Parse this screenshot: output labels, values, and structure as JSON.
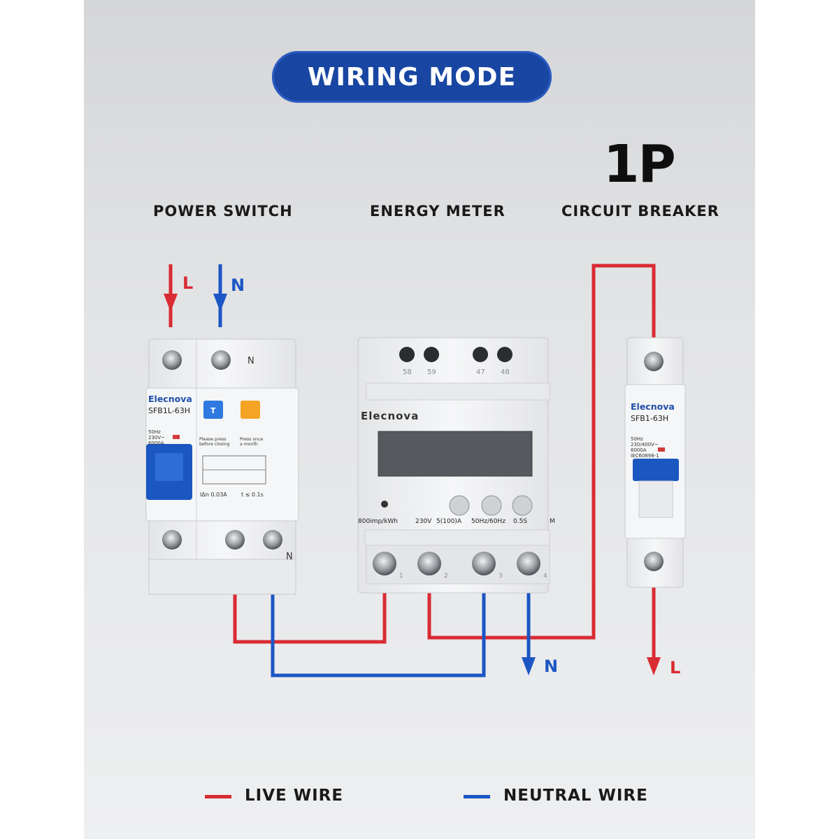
{
  "title": "WIRING MODE",
  "pole_label": "1P",
  "sections": {
    "power_switch": "POWER SWITCH",
    "energy_meter": "ENERGY METER",
    "circuit_breaker": "CIRCUIT BREAKER"
  },
  "wire_letters": {
    "input_live": "L",
    "input_neutral": "N",
    "output_neutral": "N",
    "output_live": "L"
  },
  "power_switch": {
    "brand": "Elecnova",
    "model": "SFB1L-63H",
    "neutral_mark_top": "N",
    "neutral_mark_bottom": "N",
    "test_button_letter": "T",
    "rating_lines": [
      "50Hz",
      "230V~",
      "6000A"
    ],
    "instruction_left": [
      "Please press",
      "before closing"
    ],
    "instruction_right": [
      "Press once",
      "a month"
    ],
    "spec_line": "IΔn 0.03A",
    "trip_time": "t ≤ 0.1s"
  },
  "energy_meter": {
    "brand": "Elecnova",
    "top_terminals": [
      "58",
      "59",
      "47",
      "48"
    ],
    "bottom_terminals": [
      "1",
      "2",
      "3",
      "4"
    ],
    "pulse_rate": "800imp/kWh",
    "voltage": "230V",
    "current": "5(100)A",
    "frequency": "50Hz/60Hz",
    "accuracy_class": "0.5S",
    "m_mark": "M"
  },
  "circuit_breaker": {
    "brand": "Elecnova",
    "model": "SFB1-63H",
    "rating_lines": [
      "50Hz",
      "230/400V~",
      "6000A",
      "IEC60898-1"
    ]
  },
  "legend": {
    "live": "LIVE WIRE",
    "neutral": "NEUTRAL WIRE"
  },
  "colors": {
    "live": "#d92b33",
    "neutral": "#1c56c4",
    "title_bg": "#1846a2",
    "device_body": "#f1f2f3",
    "handle_blue": "#1a57c0"
  }
}
